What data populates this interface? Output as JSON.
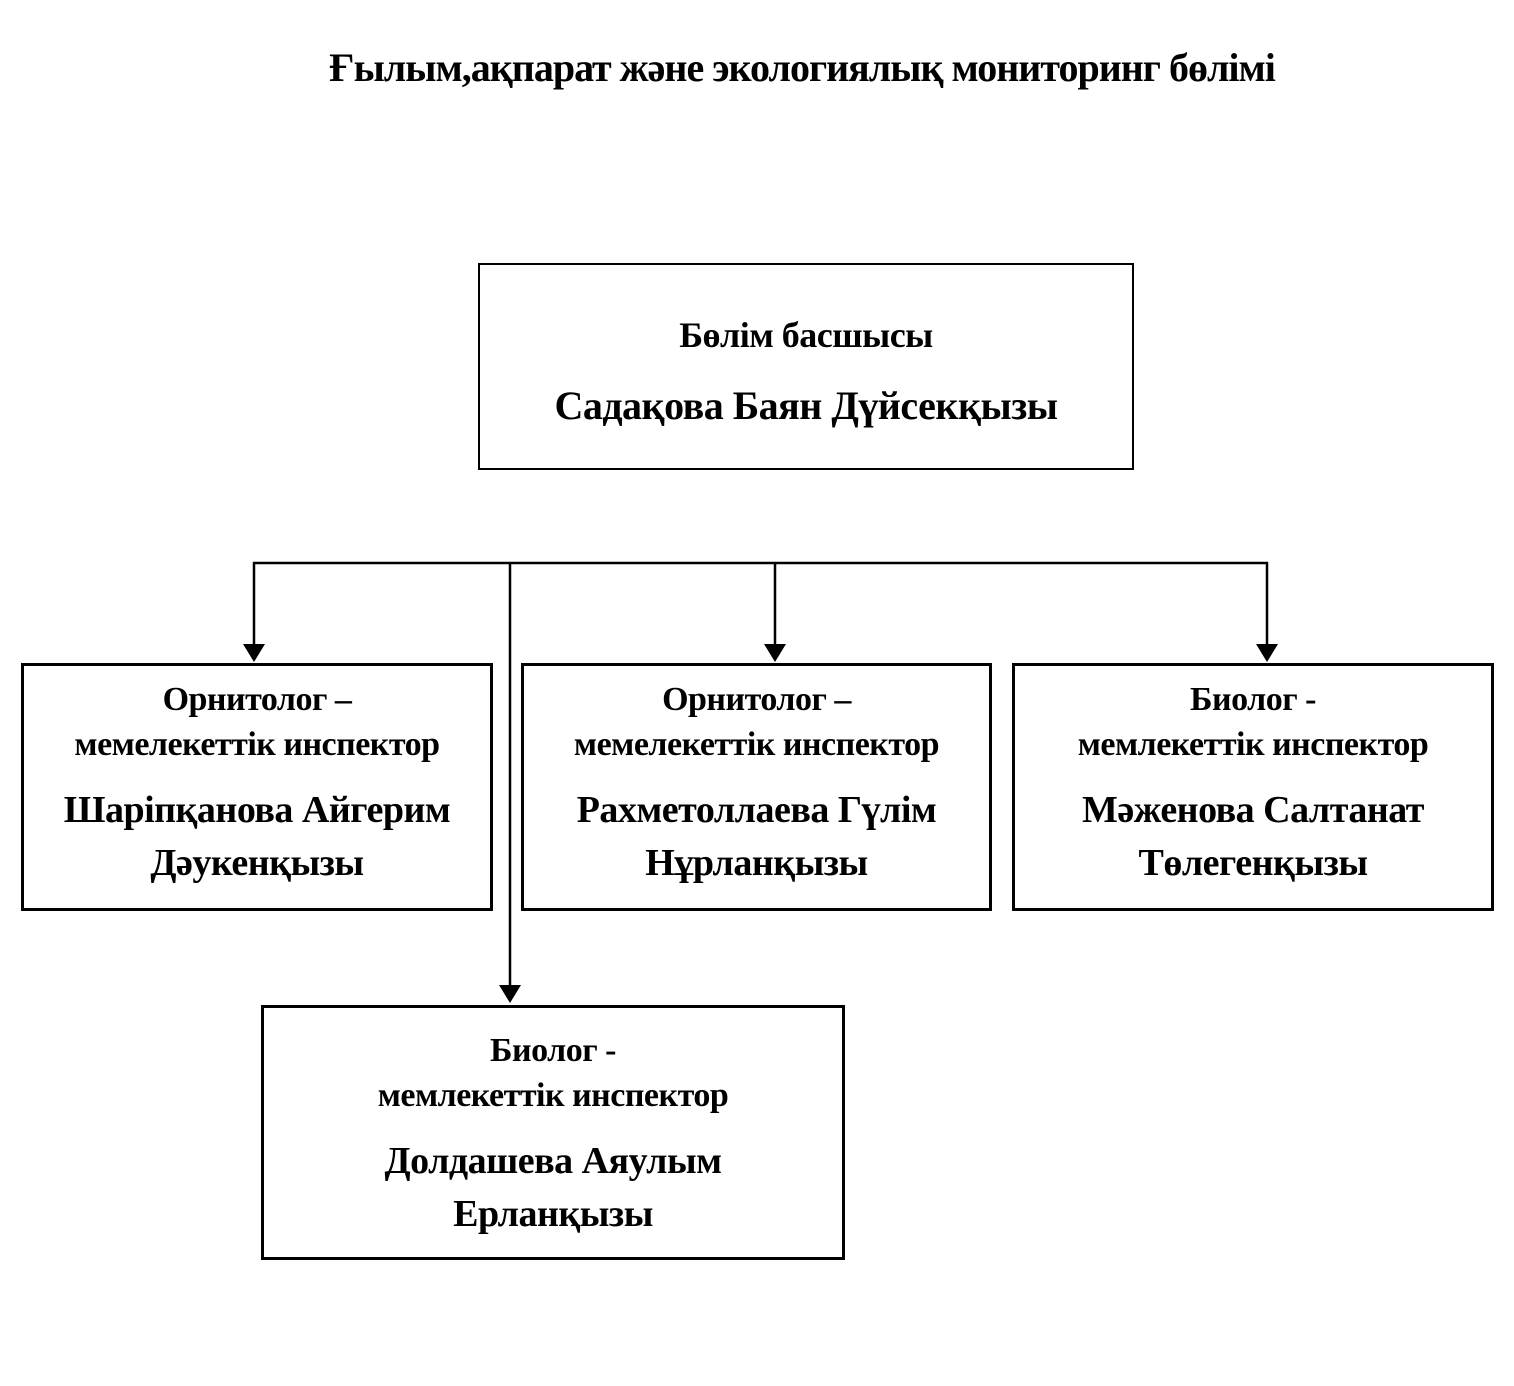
{
  "title": "Ғылым,ақпарат және экологиялық мониторинг бөлімі",
  "org_chart": {
    "head": {
      "role": "Бөлім басшысы",
      "name": "Садақова Баян Дүйсекқызы"
    },
    "subordinates": [
      {
        "role_lines": [
          "Орнитолог –",
          "мемелекеттік инспектор"
        ],
        "name_lines": [
          "Шаріпқанова Айгерим",
          "Дәукенқызы"
        ]
      },
      {
        "role_lines": [
          "Орнитолог –",
          "мемелекеттік инспектор"
        ],
        "name_lines": [
          "Рахметоллаева Гүлім",
          "Нұрланқызы"
        ]
      },
      {
        "role_lines": [
          "Биолог -",
          "мемлекеттік инспектор"
        ],
        "name_lines": [
          "Мәженова Салтанат",
          "Төлегенқызы"
        ]
      },
      {
        "role_lines": [
          "Биолог -",
          "мемлекеттік инспектор"
        ],
        "name_lines": [
          "Долдашева Аяулым",
          "Ерланқызы"
        ]
      }
    ]
  },
  "colors": {
    "background": "#ffffff",
    "text": "#000000",
    "box_border": "#000000",
    "connector_line": "#000000"
  }
}
